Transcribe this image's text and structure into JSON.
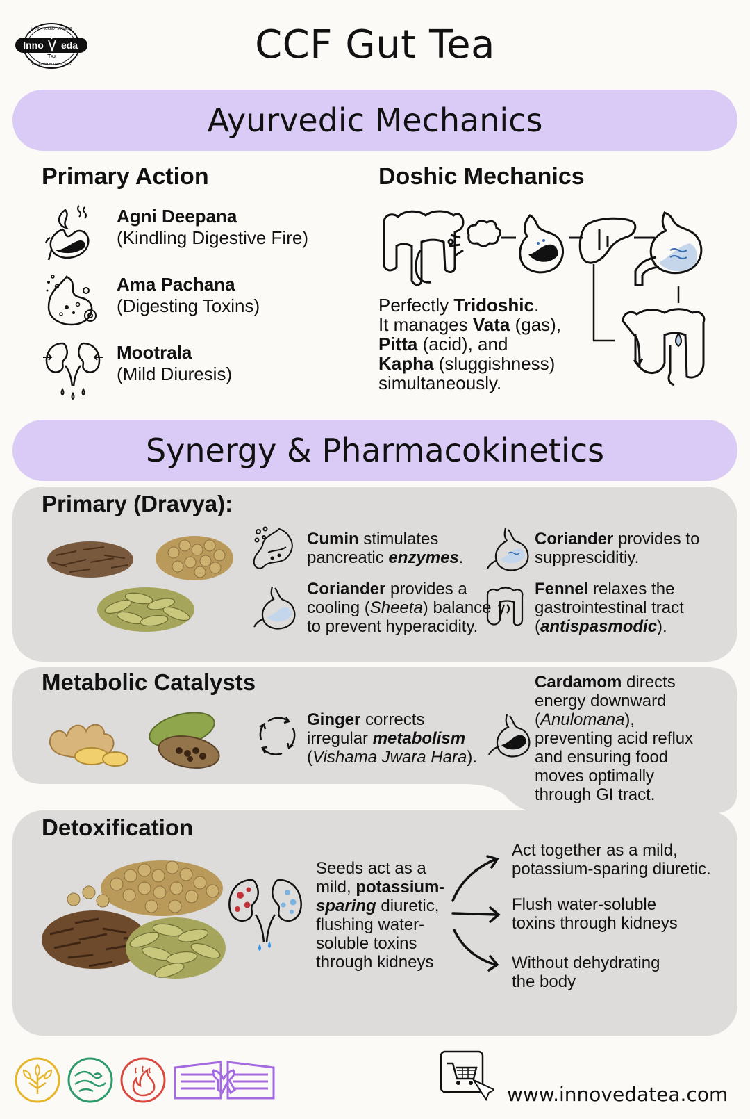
{
  "brand": {
    "name": "InnoVeda Tea",
    "ring_top": "HAND-PICKED HARVEST",
    "ring_bottom": "PREMIUM BOTANICALS",
    "wordmark_left": "Inno",
    "wordmark_right": "eda",
    "wordmark_sub": "Tea"
  },
  "title": "CCF Gut Tea",
  "section1": {
    "heading": "Ayurvedic Mechanics",
    "primary_action": {
      "heading": "Primary Action",
      "items": [
        {
          "name": "Agni Deepana",
          "desc": "(Kindling Digestive Fire)",
          "icon": "stomach-fire-icon"
        },
        {
          "name": "Ama Pachana",
          "desc": "(Digesting Toxins)",
          "icon": "digesting-toxins-icon"
        },
        {
          "name": "Mootrala",
          "desc": "(Mild Diuresis)",
          "icon": "kidneys-icon"
        }
      ]
    },
    "doshic": {
      "heading": "Doshic Mechanics",
      "t1": "Perfectly ",
      "t1b": "Tridoshic",
      "t1e": ".",
      "t2": "It manages ",
      "t2b": "Vata",
      "t2e": " (gas),",
      "t3b": "Pitta",
      "t3e": " (acid), and",
      "t4b": "Kapha",
      "t4e": " (sluggishness)",
      "t5": "simultaneously."
    }
  },
  "section2": {
    "heading": "Synergy & Pharmacokinetics",
    "primary": {
      "heading": "Primary (Dravya):",
      "f1": {
        "b": "Cumin",
        "l1": " stimulates",
        "l2a": "pancreatic ",
        "l2i": "enzymes",
        "l2e": "."
      },
      "f2": {
        "b": "Coriander",
        "l1": " provides a",
        "l2a": "cooling (",
        "l2i": "Sheeta",
        "l2e": ") balance",
        "l3": "to prevent hyperacidity."
      },
      "f3": {
        "b": "Coriander",
        "l1": " provides to",
        "l2": "suppresciditiy."
      },
      "f4": {
        "b": "Fennel",
        "l1": " relaxes the",
        "l2": "gastrointestinal tract",
        "l3a": "(",
        "l3i": "antispasmodic",
        "l3e": ")."
      }
    },
    "metabolic": {
      "heading": "Metabolic Catalysts",
      "ginger": {
        "b": "Ginger",
        "l1": " corrects",
        "l2a": "irregular ",
        "l2i": "metabolism",
        "l3a": "(",
        "l3i": "Vishama Jwara Hara",
        "l3e": ")."
      },
      "cardamom": {
        "b": "Cardamom",
        "l1": " directs",
        "l2": "energy downward",
        "l3a": "(",
        "l3i": "Anulomana",
        "l3e": "),",
        "l4": "preventing acid reflux",
        "l5": "and ensuring food",
        "l6": "moves optimally",
        "l7": "through GI tract."
      }
    },
    "detox": {
      "heading": "Detoxification",
      "main": {
        "l1": "Seeds act as a",
        "l2a": "mild, ",
        "l2b": "potassium-",
        "l3b": "sparing",
        "l3e": " diuretic,",
        "l4": "flushing water-",
        "l5": "soluble toxins",
        "l6": "through kidneys"
      },
      "out1": {
        "l1": "Act together as a mild,",
        "l2": "potassium-sparing diuretic."
      },
      "out2": {
        "l1": "Flush water-soluble",
        "l2": "toxins through kidneys"
      },
      "out3": {
        "l1": "Without dehydrating",
        "l2": "the body"
      }
    }
  },
  "footer": {
    "icons": [
      "leaf-icon",
      "wind-icon",
      "fire-icon",
      "tea-box-icon"
    ],
    "url": "www.innovedatea.com"
  },
  "colors": {
    "band": "#d9cbf6",
    "panel": "#dddcdb",
    "background": "#fbfaf7",
    "text": "#111111",
    "accent_yellow": "#e5b52c",
    "accent_green": "#2c9a6a",
    "accent_red": "#d9483e",
    "accent_purple": "#a46be0"
  }
}
